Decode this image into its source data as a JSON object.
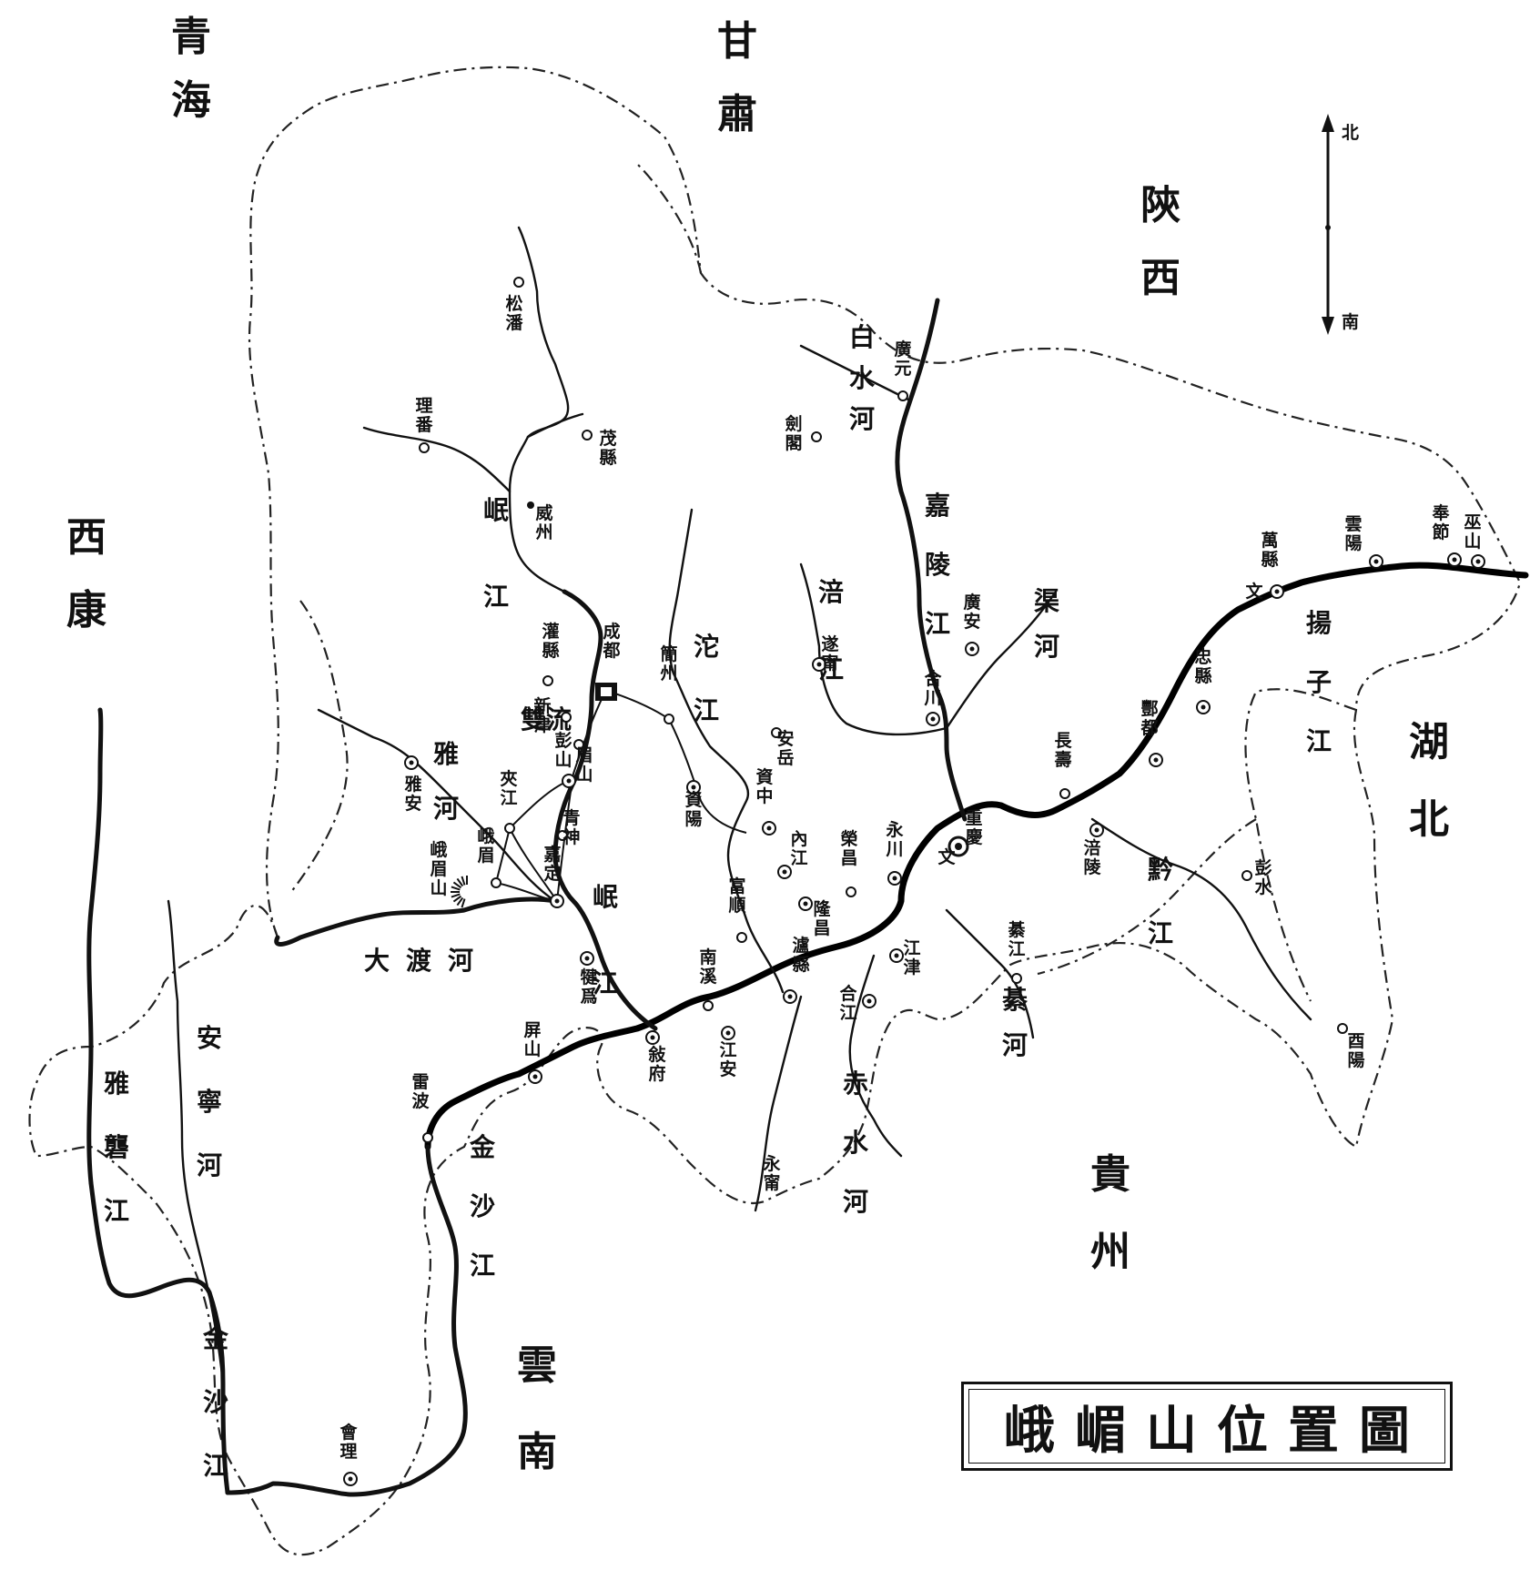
{
  "title": "峨嵋山位置圖",
  "compass": {
    "north": "北",
    "south": "南"
  },
  "provinces": [
    {
      "id": "qinghai",
      "text": "青海"
    },
    {
      "id": "gansu",
      "text": "甘肅"
    },
    {
      "id": "shaanxi",
      "text": "陝西"
    },
    {
      "id": "xikang",
      "text": "西康"
    },
    {
      "id": "hubei",
      "text": "湖北"
    },
    {
      "id": "guizhou",
      "text": "貴州"
    },
    {
      "id": "yunnan",
      "text": "雲南"
    }
  ],
  "rivers": [
    {
      "id": "min-jiang-upper",
      "text": "岷江"
    },
    {
      "id": "min-jiang-lower",
      "text": "岷江"
    },
    {
      "id": "tuo-jiang",
      "text": "沱江"
    },
    {
      "id": "fu-jiang",
      "text": "涪江"
    },
    {
      "id": "jialing-jiang",
      "text": "嘉陵江"
    },
    {
      "id": "bai-shui-he",
      "text": "白水河"
    },
    {
      "id": "qu-he",
      "text": "渠河"
    },
    {
      "id": "ya-he",
      "text": "雅河"
    },
    {
      "id": "da-du-he",
      "text": "大渡河"
    },
    {
      "id": "yang-zi-jiang",
      "text": "揚子江"
    },
    {
      "id": "qian-jiang",
      "text": "黔江"
    },
    {
      "id": "qi-he",
      "text": "綦河"
    },
    {
      "id": "chi-shui-he",
      "text": "赤水河"
    },
    {
      "id": "jin-sha-jiang-south",
      "text": "金沙江"
    },
    {
      "id": "jin-sha-jiang-west",
      "text": "金沙江"
    },
    {
      "id": "ya-long-jiang",
      "text": "雅礱江"
    },
    {
      "id": "an-ning-he",
      "text": "安寧河"
    },
    {
      "id": "shuang-liu",
      "text": "雙流"
    }
  ],
  "cities": [
    {
      "id": "songpan",
      "text": "松潘",
      "marker": "o"
    },
    {
      "id": "lifan",
      "text": "理番",
      "marker": "o"
    },
    {
      "id": "maoxian",
      "text": "茂縣",
      "marker": "o"
    },
    {
      "id": "weizhou",
      "text": "威州",
      "marker": "dot"
    },
    {
      "id": "guanxian",
      "text": "灌縣",
      "marker": "o"
    },
    {
      "id": "chengdu",
      "text": "成都",
      "marker": "capital"
    },
    {
      "id": "xinjin",
      "text": "新津",
      "marker": "o"
    },
    {
      "id": "pengshan",
      "text": "彭山",
      "marker": "o"
    },
    {
      "id": "meishan",
      "text": "眉山",
      "marker": "dbl"
    },
    {
      "id": "qingshen",
      "text": "青神",
      "marker": "o"
    },
    {
      "id": "jiading",
      "text": "嘉定",
      "marker": "dbl"
    },
    {
      "id": "jiajiang",
      "text": "夾江",
      "marker": "o"
    },
    {
      "id": "emei",
      "text": "峨眉",
      "marker": "o"
    },
    {
      "id": "emeishan",
      "text": "峨眉山",
      "marker": "mountain"
    },
    {
      "id": "yaan",
      "text": "雅安",
      "marker": "dbl"
    },
    {
      "id": "jianzhou",
      "text": "簡州",
      "marker": "o"
    },
    {
      "id": "ziyang",
      "text": "資陽",
      "marker": "dbl"
    },
    {
      "id": "anyue",
      "text": "安岳",
      "marker": "o"
    },
    {
      "id": "zizhong",
      "text": "資中",
      "marker": "dbl"
    },
    {
      "id": "neijiang",
      "text": "內江",
      "marker": "dbl"
    },
    {
      "id": "longchang",
      "text": "隆昌",
      "marker": "dbl"
    },
    {
      "id": "rongchang",
      "text": "榮昌",
      "marker": "o"
    },
    {
      "id": "yongchuan",
      "text": "永川",
      "marker": "dbl"
    },
    {
      "id": "chongqing",
      "text": "重慶",
      "marker": "capital-dbl"
    },
    {
      "id": "hechuan",
      "text": "合川",
      "marker": "dbl"
    },
    {
      "id": "suining",
      "text": "遂甯",
      "marker": "dbl"
    },
    {
      "id": "guangan",
      "text": "廣安",
      "marker": "dbl"
    },
    {
      "id": "guangyuan",
      "text": "廣元",
      "marker": "o"
    },
    {
      "id": "jiange",
      "text": "劍閣",
      "marker": "o"
    },
    {
      "id": "fushun",
      "text": "富順",
      "marker": "o"
    },
    {
      "id": "jianwei",
      "text": "犍爲",
      "marker": "dbl"
    },
    {
      "id": "nanxi",
      "text": "南溪",
      "marker": "o"
    },
    {
      "id": "luxian",
      "text": "瀘縣",
      "marker": "dbl"
    },
    {
      "id": "hejiang",
      "text": "合江",
      "marker": "dbl"
    },
    {
      "id": "jiangjin",
      "text": "江津",
      "marker": "dbl"
    },
    {
      "id": "xufu",
      "text": "敍府",
      "marker": "dbl"
    },
    {
      "id": "jiangan",
      "text": "江安",
      "marker": "dbl"
    },
    {
      "id": "pingshan",
      "text": "屏山",
      "marker": "dbl"
    },
    {
      "id": "leibo",
      "text": "雷波",
      "marker": "o"
    },
    {
      "id": "yongning",
      "text": "永甯",
      "marker": "none"
    },
    {
      "id": "qijiang",
      "text": "綦江",
      "marker": "o"
    },
    {
      "id": "changshou",
      "text": "長壽",
      "marker": "o"
    },
    {
      "id": "fuling",
      "text": "涪陵",
      "marker": "dbl"
    },
    {
      "id": "fengdu",
      "text": "酆都",
      "marker": "dbl"
    },
    {
      "id": "zhongxian",
      "text": "忠縣",
      "marker": "dbl"
    },
    {
      "id": "wanxian",
      "text": "萬縣",
      "marker": "dbl"
    },
    {
      "id": "yunyang",
      "text": "雲陽",
      "marker": "dbl"
    },
    {
      "id": "fengjie",
      "text": "奉節",
      "marker": "dbl"
    },
    {
      "id": "wushan",
      "text": "巫山",
      "marker": "dbl"
    },
    {
      "id": "pengshui",
      "text": "彭水",
      "marker": "o"
    },
    {
      "id": "youyang",
      "text": "酉陽",
      "marker": "o"
    },
    {
      "id": "huili",
      "text": "會理",
      "marker": "dbl"
    }
  ],
  "annotations": [
    {
      "id": "wen-chongqing",
      "text": "文"
    },
    {
      "id": "wen-wanxian",
      "text": "文"
    }
  ]
}
